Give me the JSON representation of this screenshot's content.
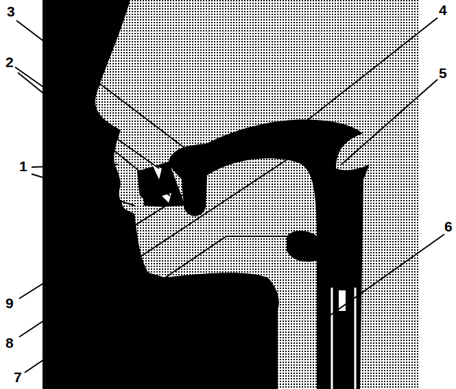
{
  "diagram": {
    "labels": [
      "3",
      "2",
      "1",
      "9",
      "8",
      "7",
      "4",
      "5",
      "6"
    ]
  }
}
